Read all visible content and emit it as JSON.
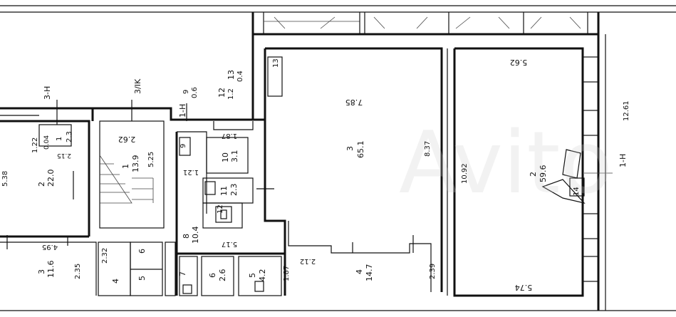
{
  "rooms": {
    "r1": {
      "num": "1",
      "area": "13.9",
      "dim": "5.25",
      "dim2": "2.62"
    },
    "r2a": {
      "num": "2",
      "area": "22.0",
      "dim": "5.38"
    },
    "r2b": {
      "num": "2",
      "area": "59.6",
      "dim_top": "5.62",
      "dim_side": "10.92",
      "dim_right": "12.61",
      "dim_bottom": "5.74"
    },
    "r3a": {
      "num": "3",
      "area": "11.6",
      "dim": "4.95",
      "dim2": "2.35"
    },
    "r3b": {
      "num": "3",
      "area": "65.1",
      "dim_top": "7.85",
      "dim_side": "8.37"
    },
    "r4": {
      "num": "4",
      "area": "14.7",
      "dim": "2.12",
      "dim2": "2.39"
    },
    "r5": {
      "num": "5",
      "area": "4.2",
      "dim": "1.87"
    },
    "r6": {
      "num": "6",
      "area": "2.6",
      "dim": "5.17"
    },
    "r7": {
      "num": "7"
    },
    "r8": {
      "num": "8",
      "area": "10.4"
    },
    "r9": {
      "num": "9"
    },
    "r10": {
      "num": "10",
      "area": "3.1",
      "dim": "1.87",
      "dim2": "1.21"
    },
    "r11": {
      "num": "11",
      "area": "2.3"
    },
    "r12": {
      "num": "12",
      "area": "1.2"
    },
    "r13": {
      "num": "13",
      "area": "0.4"
    },
    "r13b": {
      "num": "13"
    },
    "r9b": {
      "num": "9",
      "area": "0.6"
    },
    "r1b": {
      "num": "1",
      "area": "2.3",
      "dim": "1.22",
      "dim2": "0.04",
      "dim3": "2.15"
    },
    "r14": {
      "num": "14"
    },
    "r12b": {
      "num": "12"
    },
    "lt6": {
      "num": "6"
    },
    "lt5": {
      "num": "5"
    },
    "lt4": {
      "num": "4"
    },
    "lt232": {
      "dim": "2.32"
    }
  },
  "markers": {
    "m1": "3-H",
    "m2": "3/IK",
    "m3": "1-H",
    "m4": "1-H"
  }
}
